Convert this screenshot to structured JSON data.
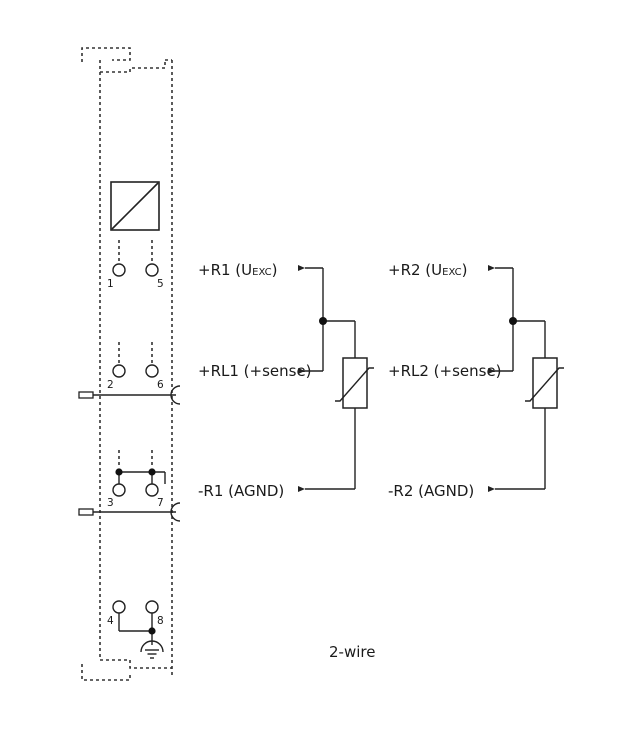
{
  "terminals": [
    "1",
    "5",
    "2",
    "6",
    "3",
    "7",
    "4",
    "8"
  ],
  "channel1": {
    "plus_label": "+R1 (U",
    "plus_sub": "EXC",
    "plus_close": ")",
    "sense_label": "+RL1 (+sense)",
    "minus_label": "-R1 (AGND)"
  },
  "channel2": {
    "plus_label": "+R2 (U",
    "plus_sub": "EXC",
    "plus_close": ")",
    "sense_label": "+RL2 (+sense)",
    "minus_label": "-R2 (AGND)"
  },
  "caption": "2-wire"
}
